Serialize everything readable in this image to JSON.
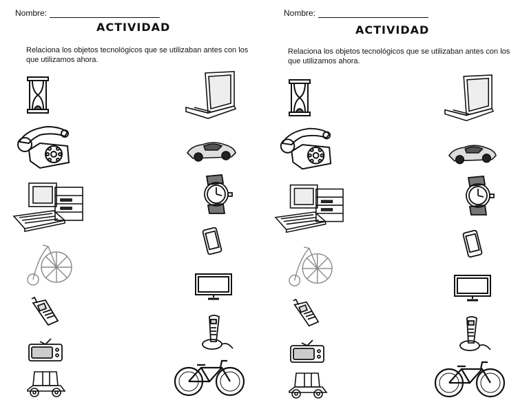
{
  "sheets": [
    {
      "name_label": "Nombre:",
      "title": "ACTIVIDAD",
      "instruction": "Relaciona los objetos tecnológicos que se utilizaban antes con los que utilizamos ahora.",
      "old_objects": [
        "hourglass-icon",
        "rotary-phone-icon",
        "old-computer-icon",
        "penny-farthing-icon",
        "brick-cellphone-icon",
        "old-tv-icon",
        "vintage-car-icon"
      ],
      "new_objects": [
        "laptop-icon",
        "sports-car-icon",
        "wristwatch-icon",
        "smartphone-icon",
        "flat-tv-icon",
        "cordless-phone-icon",
        "bicycle-icon"
      ]
    },
    {
      "name_label": "Nombre:",
      "title": "ACTIVIDAD",
      "instruction": "Relaciona los objetos tecnológicos que se utilizaban antes con los que utilizamos ahora.",
      "old_objects": [
        "hourglass-icon",
        "rotary-phone-icon",
        "old-computer-icon",
        "penny-farthing-icon",
        "brick-cellphone-icon",
        "old-tv-icon",
        "vintage-car-icon"
      ],
      "new_objects": [
        "laptop-icon",
        "sports-car-icon",
        "wristwatch-icon",
        "smartphone-icon",
        "flat-tv-icon",
        "cordless-phone-icon",
        "bicycle-icon"
      ]
    }
  ]
}
